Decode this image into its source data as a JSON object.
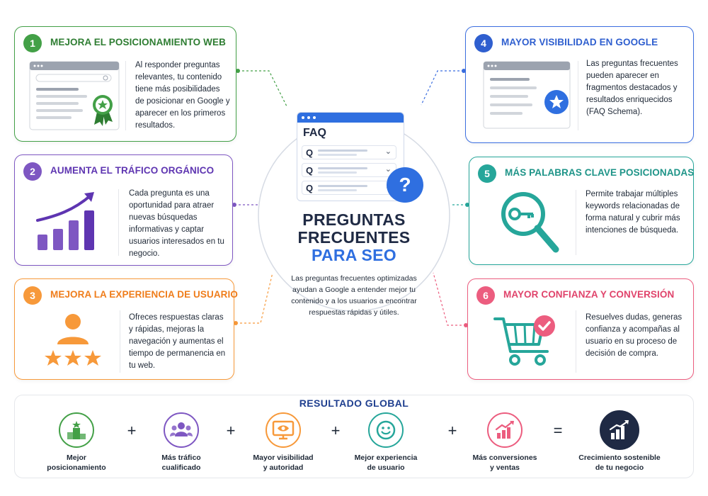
{
  "center": {
    "faq_label": "FAQ",
    "q_letter": "Q",
    "bubble": "?",
    "title_line1": "PREGUNTAS",
    "title_line2": "FRECUENTES",
    "title_line3": "PARA SEO",
    "description": "Las preguntas frecuentes optimizadas ayudan a Google a entender mejor tu contenido y a los usuarios a encontrar respuestas rápidas y útiles."
  },
  "cards": [
    {
      "num": "1",
      "title": "MEJORA EL POSICIONAMIENTO WEB",
      "desc": "Al responder preguntas relevantes, tu contenido tiene más posibilidades de posicionar en Google y aparecer en los primeros resultados.",
      "color": "#43a047",
      "icon": "browser-award-icon"
    },
    {
      "num": "2",
      "title": "AUMENTA EL TRÁFICO ORGÁNICO",
      "desc": "Cada pregunta es una oportunidad para atraer nuevas búsquedas informativas y captar usuarios interesados en tu negocio.",
      "color": "#7e57c2",
      "icon": "growth-chart-icon"
    },
    {
      "num": "3",
      "title": "MEJORA LA EXPERIENCIA DE USUARIO",
      "desc": "Ofreces respuestas claras y rápidas, mejoras la navegación y aumentas el tiempo de permanencia en tu web.",
      "color": "#f7993a",
      "icon": "user-stars-icon"
    },
    {
      "num": "4",
      "title": "MAYOR VISIBILIDAD EN GOOGLE",
      "desc": "Las preguntas frecuentes pueden aparecer en fragmentos destacados y resultados enriquecidos (FAQ Schema).",
      "color": "#3b6ee0",
      "icon": "browser-star-icon"
    },
    {
      "num": "5",
      "title": "MÁS PALABRAS CLAVE POSICIONADAS",
      "desc": "Permite trabajar múltiples keywords relacionadas de forma natural y cubrir más intenciones de búsqueda.",
      "color": "#26a69a",
      "icon": "magnifier-key-icon"
    },
    {
      "num": "6",
      "title": "MAYOR CONFIANZA Y CONVERSIÓN",
      "desc": "Resuelves dudas, generas confianza y acompañas al usuario en su proceso de decisión de compra.",
      "color": "#ec5d7f",
      "icon": "cart-check-icon"
    }
  ],
  "global": {
    "title": "RESULTADO GLOBAL",
    "items": [
      {
        "label_line1": "Mejor",
        "label_line2": "posicionamiento",
        "color": "#43a047",
        "icon": "podium-icon"
      },
      {
        "label_line1": "Más tráfico",
        "label_line2": "cualificado",
        "color": "#7e57c2",
        "icon": "users-icon"
      },
      {
        "label_line1": "Mayor visibilidad",
        "label_line2": "y autoridad",
        "color": "#f7993a",
        "icon": "monitor-eye-icon"
      },
      {
        "label_line1": "Mejor experiencia",
        "label_line2": "de usuario",
        "color": "#26a69a",
        "icon": "smiley-icon"
      },
      {
        "label_line1": "Más conversiones",
        "label_line2": "y ventas",
        "color": "#ec5d7f",
        "icon": "chart-up-icon"
      },
      {
        "label_line1": "Crecimiento sostenible",
        "label_line2": "de tu negocio",
        "color": "#1f2a44",
        "icon": "growth-bars-icon"
      }
    ],
    "plus": "+",
    "equals": "="
  }
}
